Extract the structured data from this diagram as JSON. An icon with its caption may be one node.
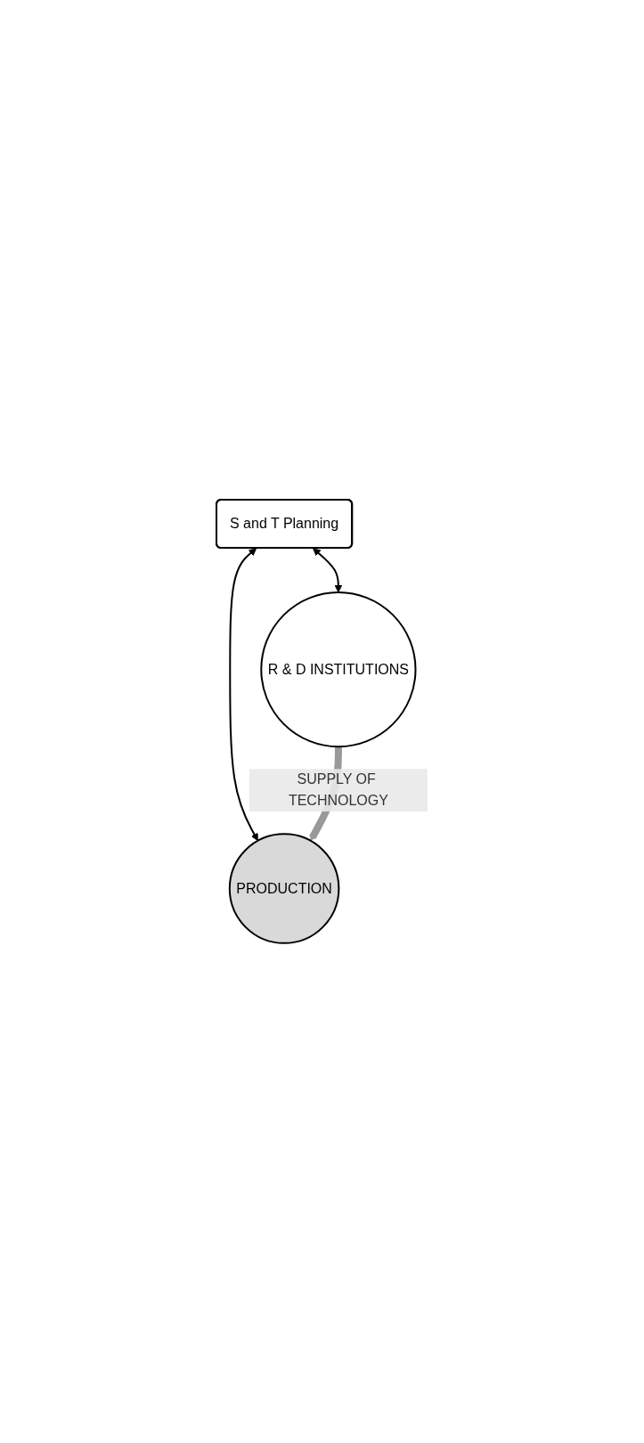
{
  "diagram": {
    "nodes": [
      {
        "text": [
          "S and T Planning"
        ]
      },
      {
        "text": [
          "R & D INSTITUTIONS"
        ]
      },
      {
        "text": [
          "PRODUCTION"
        ]
      }
    ],
    "edges": [
      {
        "from": 0,
        "to": 1,
        "arrow": "both"
      },
      {
        "from": 0,
        "to": 2,
        "arrow": "both"
      },
      {
        "from": 1,
        "to": 2,
        "arrow": "to",
        "label": "SUPPLY OF TECHNOLOGY",
        "style": "thick",
        "color": "#999999"
      }
    ]
  }
}
